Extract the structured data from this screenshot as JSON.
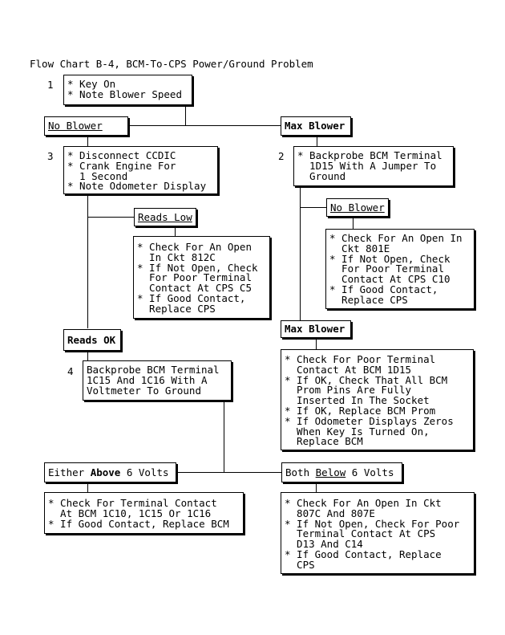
{
  "title": "Flow Chart B-4, BCM-To-CPS Power/Ground Problem",
  "steps": {
    "s1": {
      "number": "1",
      "lines": [
        "* Key On",
        "* Note Blower Speed"
      ]
    },
    "s2": {
      "number": "2",
      "lines": [
        "* Backprobe BCM Terminal",
        "  1D15 With A Jumper To",
        "  Ground"
      ]
    },
    "s3": {
      "number": "3",
      "lines": [
        "* Disconnect CCDIC",
        "* Crank Engine For",
        "  1 Second",
        "* Note Odometer Display"
      ]
    },
    "s4": {
      "number": "4",
      "lines": [
        "Backprobe BCM Terminal",
        "1C15 And 1C16 With A",
        "Voltmeter To Ground"
      ]
    }
  },
  "branches": {
    "no_blower_1": "No Blower",
    "max_blower_1": "Max Blower",
    "reads_low": "Reads Low",
    "reads_ok": "Reads OK",
    "no_blower_2": "No Blower",
    "max_blower_2": "Max Blower",
    "either_prefix": "Either ",
    "either_emph": "Above",
    "either_suffix": " 6 Volts",
    "both_prefix": "Both ",
    "both_emph": "Below",
    "both_suffix": " 6 Volts"
  },
  "results": {
    "r_812c": [
      "* Check For An Open",
      "  In Ckt 812C",
      "* If Not Open, Check",
      "  For Poor Terminal",
      "  Contact At CPS C5",
      "* If Good Contact,",
      "  Replace CPS"
    ],
    "r_801e": [
      "* Check For An Open In",
      "  Ckt 801E",
      "* If Not Open, Check",
      "  For Poor Terminal",
      "  Contact At CPS C10",
      "* If Good Contact,",
      "  Replace CPS"
    ],
    "r_1d15": [
      "* Check For Poor Terminal",
      "  Contact At BCM 1D15",
      "* If OK, Check That All BCM",
      "  Prom Pins Are Fully",
      "  Inserted In The Socket",
      "* If OK, Replace BCM Prom",
      "* If Odometer Displays Zeros",
      "  When Key Is Turned On,",
      "  Replace BCM"
    ],
    "r_above": [
      "* Check For Terminal Contact",
      "  At BCM 1C10, 1C15 Or 1C16",
      "* If Good Contact, Replace BCM"
    ],
    "r_below": [
      "* Check For An Open In Ckt",
      "  807C And 807E",
      "* If Not Open, Check For Poor",
      "  Terminal Contact At CPS",
      "  D13 And C14",
      "* If Good Contact, Replace",
      "  CPS"
    ]
  }
}
